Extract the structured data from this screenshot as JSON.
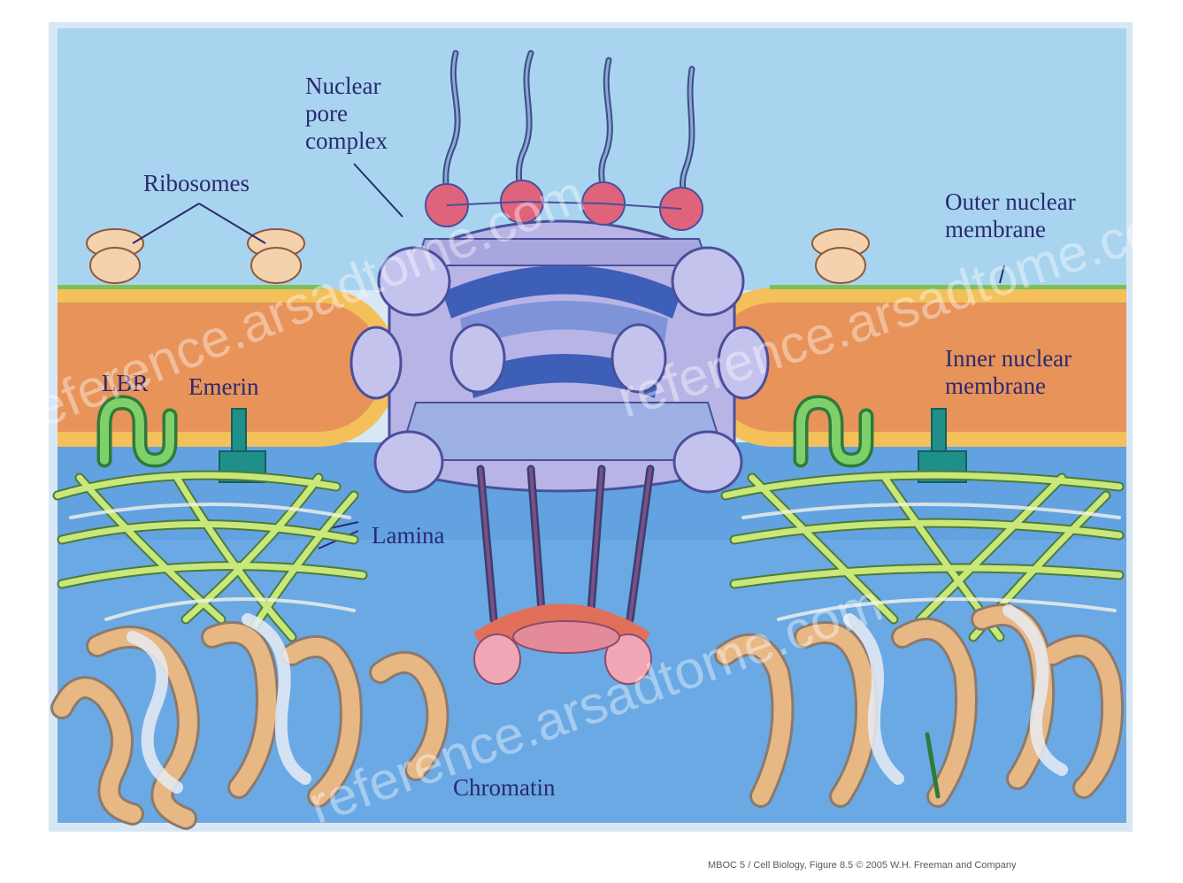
{
  "diagram": {
    "labels": {
      "nuclear_pore_complex": "Nuclear\npore\ncomplex",
      "ribosomes": "Ribosomes",
      "outer_nuclear_membrane": "Outer nuclear\nmembrane",
      "inner_nuclear_membrane": "Inner nuclear\nmembrane",
      "lbr": "LBR",
      "emerin": "Emerin",
      "lamina": "Lamina",
      "chromatin": "Chromatin"
    },
    "watermark": "reference.arsadtome.com",
    "credit": "MBOC 5 / Cell Biology, Figure 8.5 © 2005 W.H. Freeman and Company"
  },
  "colors": {
    "cytoplasm": "#a9d4ef",
    "nucleoplasm": "#6aa9e4",
    "membrane_lumen": "#e8935a",
    "membrane_edge": "#f3c05a",
    "pore_light": "#b9b4e6",
    "pore_dark": "#3e5fb8",
    "pore_mid": "#7f93d8",
    "pink_node": "#e0637c",
    "lamina_fiber": "#c8e87a",
    "chromatin": "#e7b784",
    "text": "#2a2a70"
  }
}
